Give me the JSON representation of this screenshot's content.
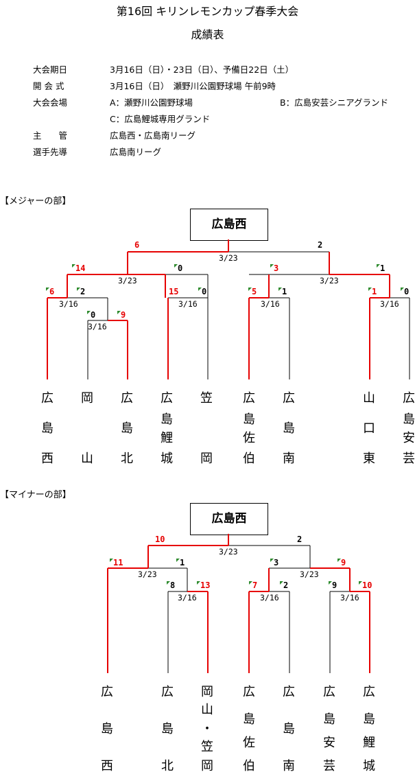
{
  "header": {
    "title": "第16回 キリンレモンカップ春季大会",
    "subtitle": "成績表"
  },
  "info": {
    "rows": [
      {
        "label": "大会期日",
        "value": "3月16日（日）・23日（日）、予備日22日（土）"
      },
      {
        "label": "開 会 式",
        "value": "3月16日（日）　瀬野川公園野球場 午前9時"
      },
      {
        "label": "大会会場",
        "value": "A：瀬野川公園野球場"
      },
      {
        "label": "",
        "value": "C：広島鯉城専用グランド"
      },
      {
        "label": "主　　管",
        "value": "広島西・広島南リーグ"
      },
      {
        "label": "選手先導",
        "value": "広島南リーグ"
      }
    ],
    "venue_b": "B：広島安芸シニアグランド"
  },
  "major": {
    "heading": "【メジャーの部】",
    "champion": "広島西",
    "dates": [
      "3/23",
      "3/23",
      "3/23",
      "3/16",
      "3/16",
      "3/16",
      "3/16",
      "3/16"
    ],
    "scores": [
      "6",
      "2",
      "14",
      "0",
      "3",
      "1",
      "6",
      "2",
      "15",
      "0",
      "5",
      "1",
      "1",
      "0",
      "0",
      "9"
    ],
    "teams": [
      {
        "c1": "広",
        "c2": "島",
        "c3": "西"
      },
      {
        "c1": "岡",
        "c2": "",
        "c3": "山"
      },
      {
        "c1": "広",
        "c2": "島",
        "c3": "北"
      },
      {
        "c1": "広",
        "c2": "島",
        "c2b": "鯉",
        "c3": "城"
      },
      {
        "c1": "笠",
        "c2": "",
        "c3": "岡"
      },
      {
        "c1": "広",
        "c2": "島",
        "c2b": "佐",
        "c3": "伯"
      },
      {
        "c1": "広",
        "c2": "島",
        "c3": "南"
      },
      {
        "c1": "山",
        "c2": "口",
        "c3": "東"
      },
      {
        "c1": "広",
        "c2": "島",
        "c2b": "安",
        "c3": "芸"
      }
    ]
  },
  "minor": {
    "heading": "【マイナーの部】",
    "champion": "広島西",
    "dates": [
      "3/23",
      "3/23",
      "3/23",
      "3/16",
      "3/16",
      "3/16"
    ],
    "scores": [
      "10",
      "2",
      "11",
      "1",
      "3",
      "9",
      "8",
      "13",
      "7",
      "2",
      "9",
      "10"
    ],
    "teams": [
      {
        "c1": "広",
        "c2": "",
        "c3": "島",
        "c4": "",
        "c5": "西"
      },
      {
        "c1": "広",
        "c2": "",
        "c3": "島",
        "c4": "",
        "c5": "北"
      },
      {
        "c1": "岡",
        "c2": "山",
        "c3": "・",
        "c4": "笠",
        "c5": "岡"
      },
      {
        "c1": "広",
        "c2": "",
        "c3": "島",
        "c4": "佐",
        "c5": "伯"
      },
      {
        "c1": "広",
        "c2": "",
        "c3": "島",
        "c4": "",
        "c5": "南"
      },
      {
        "c1": "広",
        "c2": "",
        "c3": "島",
        "c4": "安",
        "c5": "芸"
      },
      {
        "c1": "広",
        "c2": "",
        "c3": "島",
        "c4": "鯉",
        "c5": "城"
      }
    ]
  },
  "colors": {
    "win": "#e60000",
    "lose": "#000000",
    "mark": "#2e8b2e"
  }
}
